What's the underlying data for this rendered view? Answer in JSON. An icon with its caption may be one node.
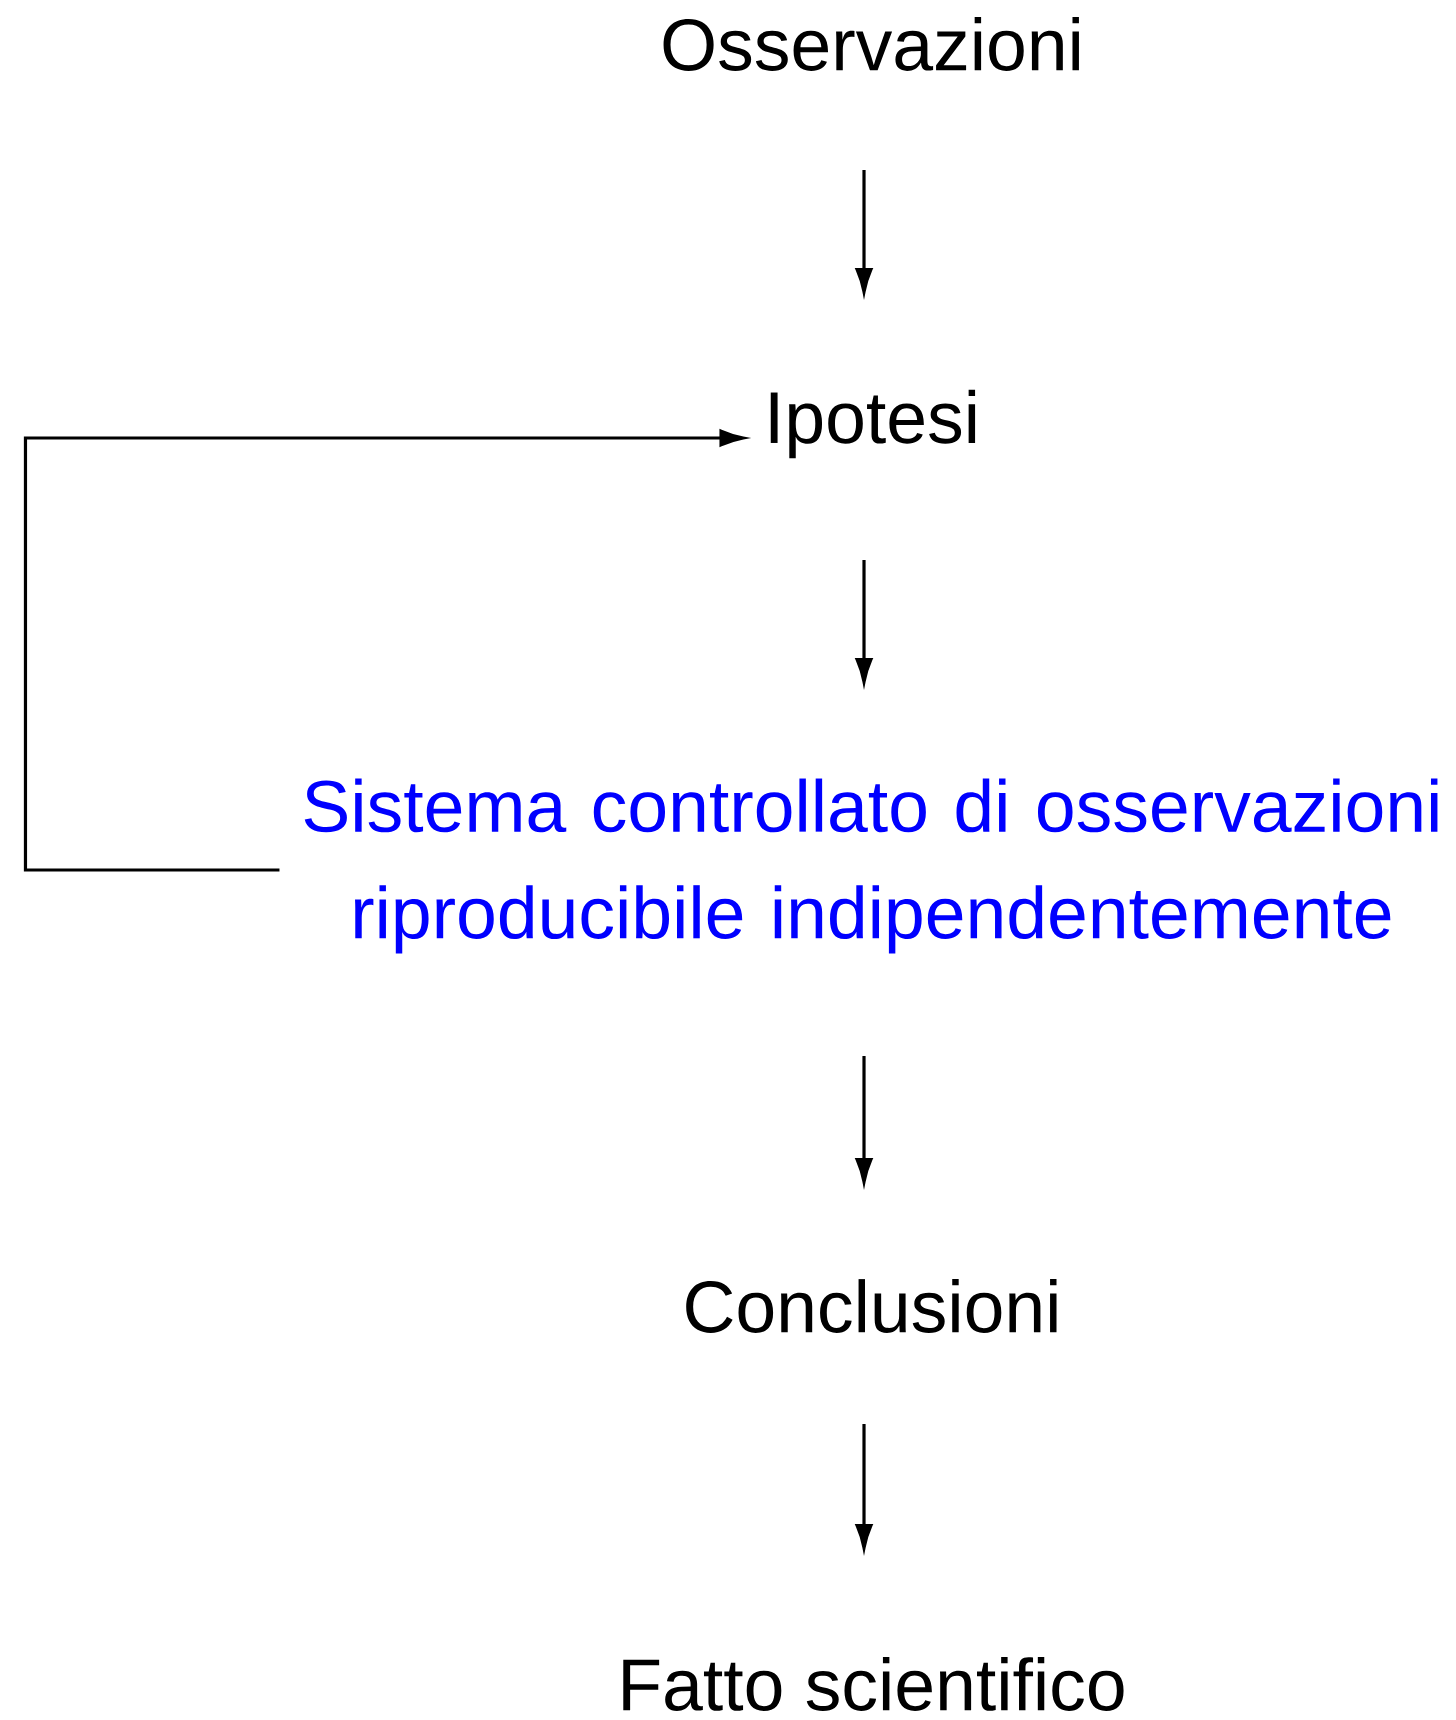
{
  "diagram": {
    "nodes": [
      {
        "text": [
          "Osservazioni"
        ]
      },
      {
        "text": [
          "Ipotesi"
        ]
      },
      {
        "text": [
          "Sistema controllato di osservazioni riproducibile indipendentemente"
        ]
      },
      {
        "text": [
          "Conclusioni"
        ]
      },
      {
        "text": [
          "Fatto scientifico"
        ]
      }
    ],
    "edges": [
      {
        "from": 0,
        "to": 1,
        "arrow": "to"
      },
      {
        "from": 1,
        "to": 2,
        "arrow": "to"
      },
      {
        "from": 2,
        "to": 3,
        "arrow": "to"
      },
      {
        "from": 3,
        "to": 4,
        "arrow": "to"
      },
      {
        "from": 2,
        "to": 1,
        "arrow": "to"
      }
    ]
  }
}
